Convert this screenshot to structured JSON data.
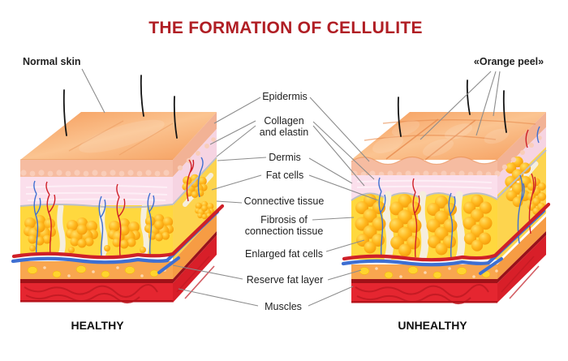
{
  "title": "THE FORMATION OF CELLULITE",
  "left_panel": {
    "top_label": "Normal skin",
    "bottom_label": "HEALTHY"
  },
  "right_panel": {
    "top_label": "«Orange peel»",
    "bottom_label": "UNHEALTHY"
  },
  "layer_labels": {
    "epidermis": "Epidermis",
    "collagen_line1": "Collagen",
    "collagen_line2": "and elastin",
    "dermis": "Dermis",
    "fat_cells": "Fat cells",
    "connective_tissue": "Connective tissue",
    "fibrosis_line1": "Fibrosis of",
    "fibrosis_line2": "connection tissue",
    "enlarged_fat_cells": "Enlarged fat cells",
    "reserve_fat_layer": "Reserve fat layer",
    "muscles": "Muscles"
  },
  "colors": {
    "title_red": "#b01e24",
    "label_text": "#1f1f1f",
    "leader_line": "#8c8c8c",
    "skin_top": "#f79f5e",
    "epidermis_band": "#f6bca1",
    "dermis_pink": "#fbdfec",
    "fat_yellow": "#ffd83e",
    "fat_cell_orange": "#ef8c00",
    "connective_cream": "#f5eedd",
    "reserve_fat_orange": "#f9a64f",
    "muscle_red": "#e52630",
    "vessel_red": "#cf2028",
    "vessel_blue": "#3e6fd2"
  }
}
